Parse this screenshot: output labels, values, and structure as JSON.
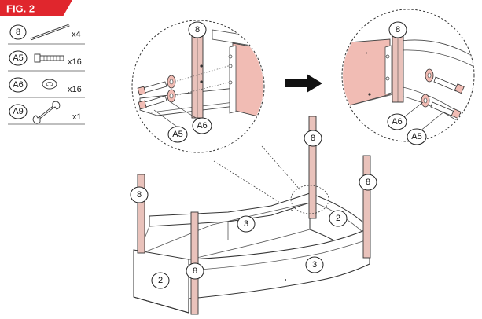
{
  "figure": {
    "title": "FIG. 2",
    "accent": "#e0262d"
  },
  "parts": [
    {
      "id": "8",
      "qty": "x4",
      "icon": "rod-icon"
    },
    {
      "id": "A5",
      "qty": "x16",
      "icon": "bolt-icon"
    },
    {
      "id": "A6",
      "qty": "x16",
      "icon": "washer-icon"
    },
    {
      "id": "A9",
      "qty": "x1",
      "icon": "wrench-icon"
    }
  ],
  "callouts": {
    "post": "8",
    "bolt": "A5",
    "washer": "A6",
    "side_panel": "2",
    "long_panel": "3"
  },
  "colors": {
    "post": "#e9c2bb",
    "highlight": "#f1bcb4",
    "arrow": "#111111"
  }
}
